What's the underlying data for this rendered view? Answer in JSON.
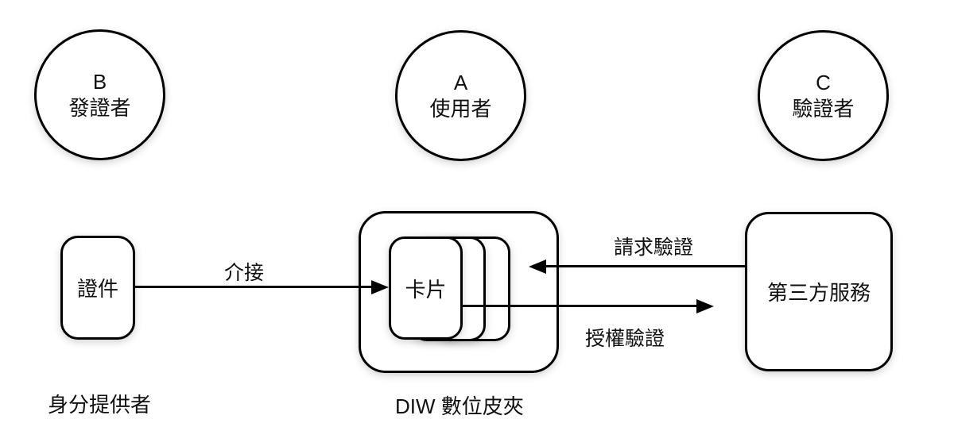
{
  "diagram": {
    "title_implicit": "DIW digital wallet interaction diagram",
    "actors": [
      {
        "letter": "B",
        "name": "發證者"
      },
      {
        "letter": "A",
        "name": "使用者"
      },
      {
        "letter": "C",
        "name": "驗證者"
      }
    ],
    "identity_provider": {
      "box_label": "證件",
      "caption": "身分提供者"
    },
    "wallet": {
      "card_label": "卡片",
      "caption": "DIW 數位皮夾"
    },
    "third_party": {
      "box_label": "第三方服務"
    },
    "arrows": [
      {
        "label": "介接",
        "from": "證件",
        "to": "DIW 數位皮夾",
        "direction": "right"
      },
      {
        "label": "請求驗證",
        "from": "第三方服務",
        "to": "DIW 數位皮夾",
        "direction": "left"
      },
      {
        "label": "授權驗證",
        "from": "DIW 數位皮夾",
        "to": "第三方服務",
        "direction": "right"
      }
    ],
    "colors": {
      "stroke": "#000000",
      "fill": "#ffffff",
      "background": "#ffffff"
    }
  }
}
